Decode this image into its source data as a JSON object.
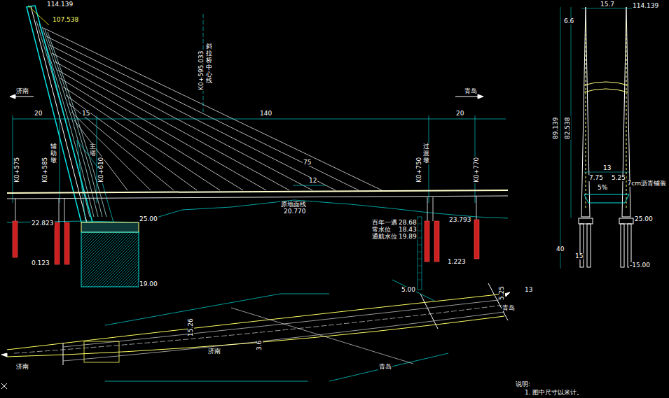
{
  "diagram": {
    "labels": [
      "114.139",
      "107.538",
      "济南",
      "青岛",
      "20",
      "15",
      "140",
      "20",
      "K0+595.033",
      "斜拉桥中心线",
      "K0+575",
      "K0+585",
      "辅助墩",
      "K0+610",
      "主塔",
      "75",
      "12",
      "K0+750",
      "过渡墩",
      "K0+770",
      "25.00",
      "原地面线",
      "20.770",
      "22.823",
      "0.123",
      "19.00",
      "23.793",
      "1.223",
      "5.00",
      "百年一遇",
      "28.68",
      "常水位",
      "18.43",
      "通航水位",
      "19.89",
      "15.7",
      "114.139",
      "6.6",
      "89.139",
      "82.538",
      "40",
      "15",
      "13",
      "7.75",
      "5.25",
      "5%",
      "7cm沥青铺装",
      "25.00",
      "-15.00",
      "15.26",
      "3.6",
      "5.25",
      "13",
      "济南",
      "青岛",
      "济南",
      "青岛",
      "说明:",
      "1. 图中尺寸以米计。"
    ]
  }
}
